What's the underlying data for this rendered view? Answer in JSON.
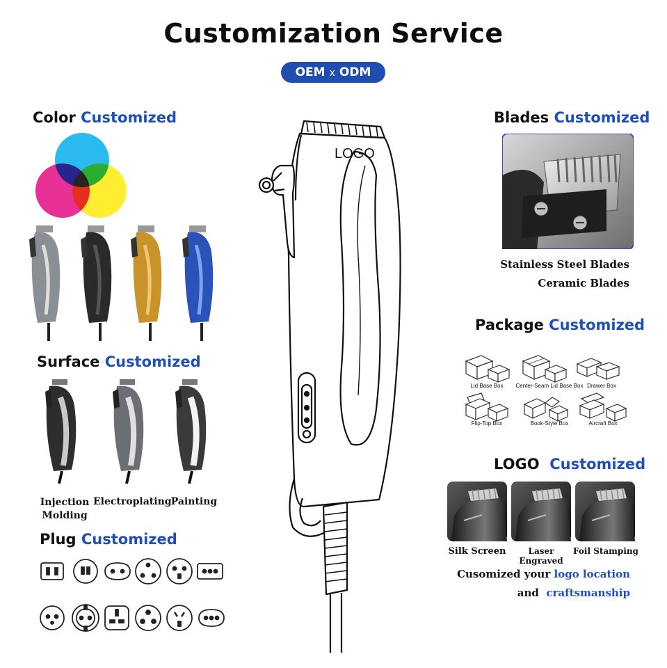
{
  "header": {
    "title": "Customization Service",
    "badge_oem": "OEM",
    "badge_x": "x",
    "badge_odm": "ODM"
  },
  "color_section": {
    "title_plain": "Color",
    "title_highlight": "Customized",
    "circle_colors": [
      "#1fb6ee",
      "#e6198c",
      "#ffeb1a"
    ],
    "clipper_colors": [
      "#8a8f96",
      "#2a2a2a",
      "#c8932a",
      "#2b52b8"
    ]
  },
  "surface_section": {
    "title_plain": "Surface",
    "title_highlight": "Customized",
    "items": [
      {
        "label_line1": "Injection",
        "label_line2": "Molding"
      },
      {
        "label_line1": "Electroplating",
        "label_line2": ""
      },
      {
        "label_line1": "Painting",
        "label_line2": ""
      }
    ]
  },
  "plug_section": {
    "title_plain": "Plug",
    "title_highlight": "Customized"
  },
  "center": {
    "logo_text": "LOGO"
  },
  "blades_section": {
    "title_plain": "Blades",
    "title_highlight": "Customized",
    "line1": "Stainless Steel Blades",
    "line2": "Ceramic Blades"
  },
  "package_section": {
    "title_plain": "Package",
    "title_highlight": "Customized",
    "boxes": [
      "Lid Base Box",
      "Center-Seam Lid Base Box",
      "Drawer Box",
      "Flip-Top Box",
      "Book-Style Box",
      "Aircraft Box"
    ]
  },
  "logo_section": {
    "title_plain": "LOGO",
    "title_highlight": "Customized",
    "methods": [
      "Silk Screen",
      "Laser Engraved",
      "Foil Stamping"
    ],
    "caption_part1": "Cusomized your",
    "caption_part2": "logo location",
    "caption_part3": "and",
    "caption_part4": "craftsmanship"
  }
}
